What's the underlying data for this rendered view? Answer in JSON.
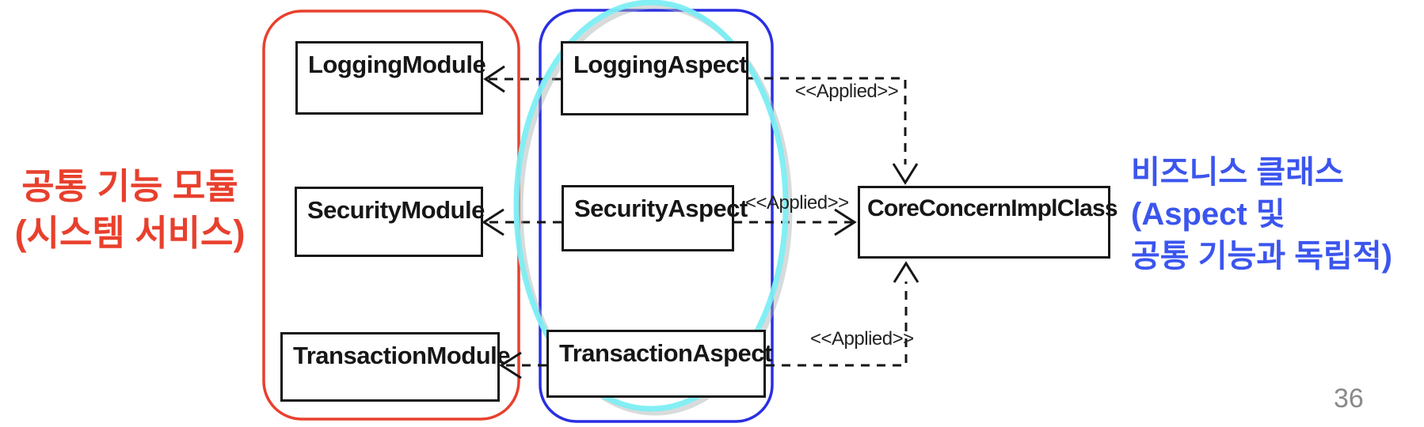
{
  "slide": {
    "page_number": "36",
    "left_label": {
      "line1": "공통 기능 모듈",
      "line2": "(시스템 서비스)"
    },
    "right_label": {
      "line1": "비즈니스 클래스",
      "line2": "(Aspect 및",
      "line3": "공통 기능과 독립적)"
    },
    "arrow_label": "<<Applied>>",
    "boxes": {
      "logging_module": "LoggingModule",
      "security_module": "SecurityModule",
      "transaction_module": "TransactionModule",
      "logging_aspect": "LoggingAspect",
      "security_aspect": "SecurityAspect",
      "transaction_aspect": "TransactionAspect",
      "core_class": "CoreConcernImplClass"
    },
    "colors": {
      "module_group_outline": "#E8402D",
      "aspect_group_outline": "#2A2FE3",
      "right_label_text": "#3B55EE",
      "highlight_ellipse": "#7CEEF4",
      "diagram_line": "#161616",
      "page_number": "#8a8a8a"
    },
    "relationships": {
      "aspect_to_module": "dashed dependency arrow",
      "aspect_to_core_class": "dashed <<Applied>> arrow"
    }
  }
}
